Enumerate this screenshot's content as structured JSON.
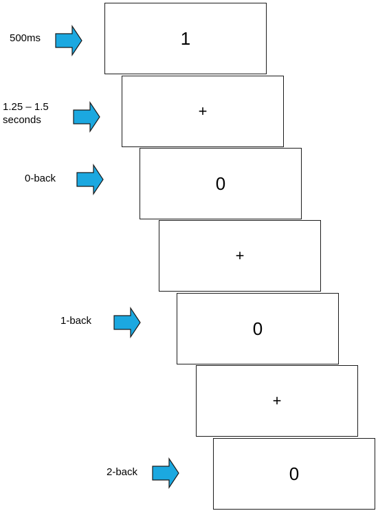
{
  "frames": [
    {
      "symbol": "1"
    },
    {
      "symbol": "+"
    },
    {
      "symbol": "0"
    },
    {
      "symbol": "+"
    },
    {
      "symbol": "0"
    },
    {
      "symbol": "+"
    },
    {
      "symbol": "0"
    }
  ],
  "annotations": [
    {
      "text": "500ms"
    },
    {
      "line1": "1.25 – 1.5",
      "line2": "seconds"
    },
    {
      "text": "0-back"
    },
    {
      "text": "1-back"
    },
    {
      "text": "2-back"
    }
  ],
  "colors": {
    "arrow_fill": "#1BA8E0",
    "arrow_stroke": "#1a1a1a",
    "frame_border": "#1a1a1a"
  },
  "icons": {
    "annotation_arrow": "right-arrow-icon"
  }
}
